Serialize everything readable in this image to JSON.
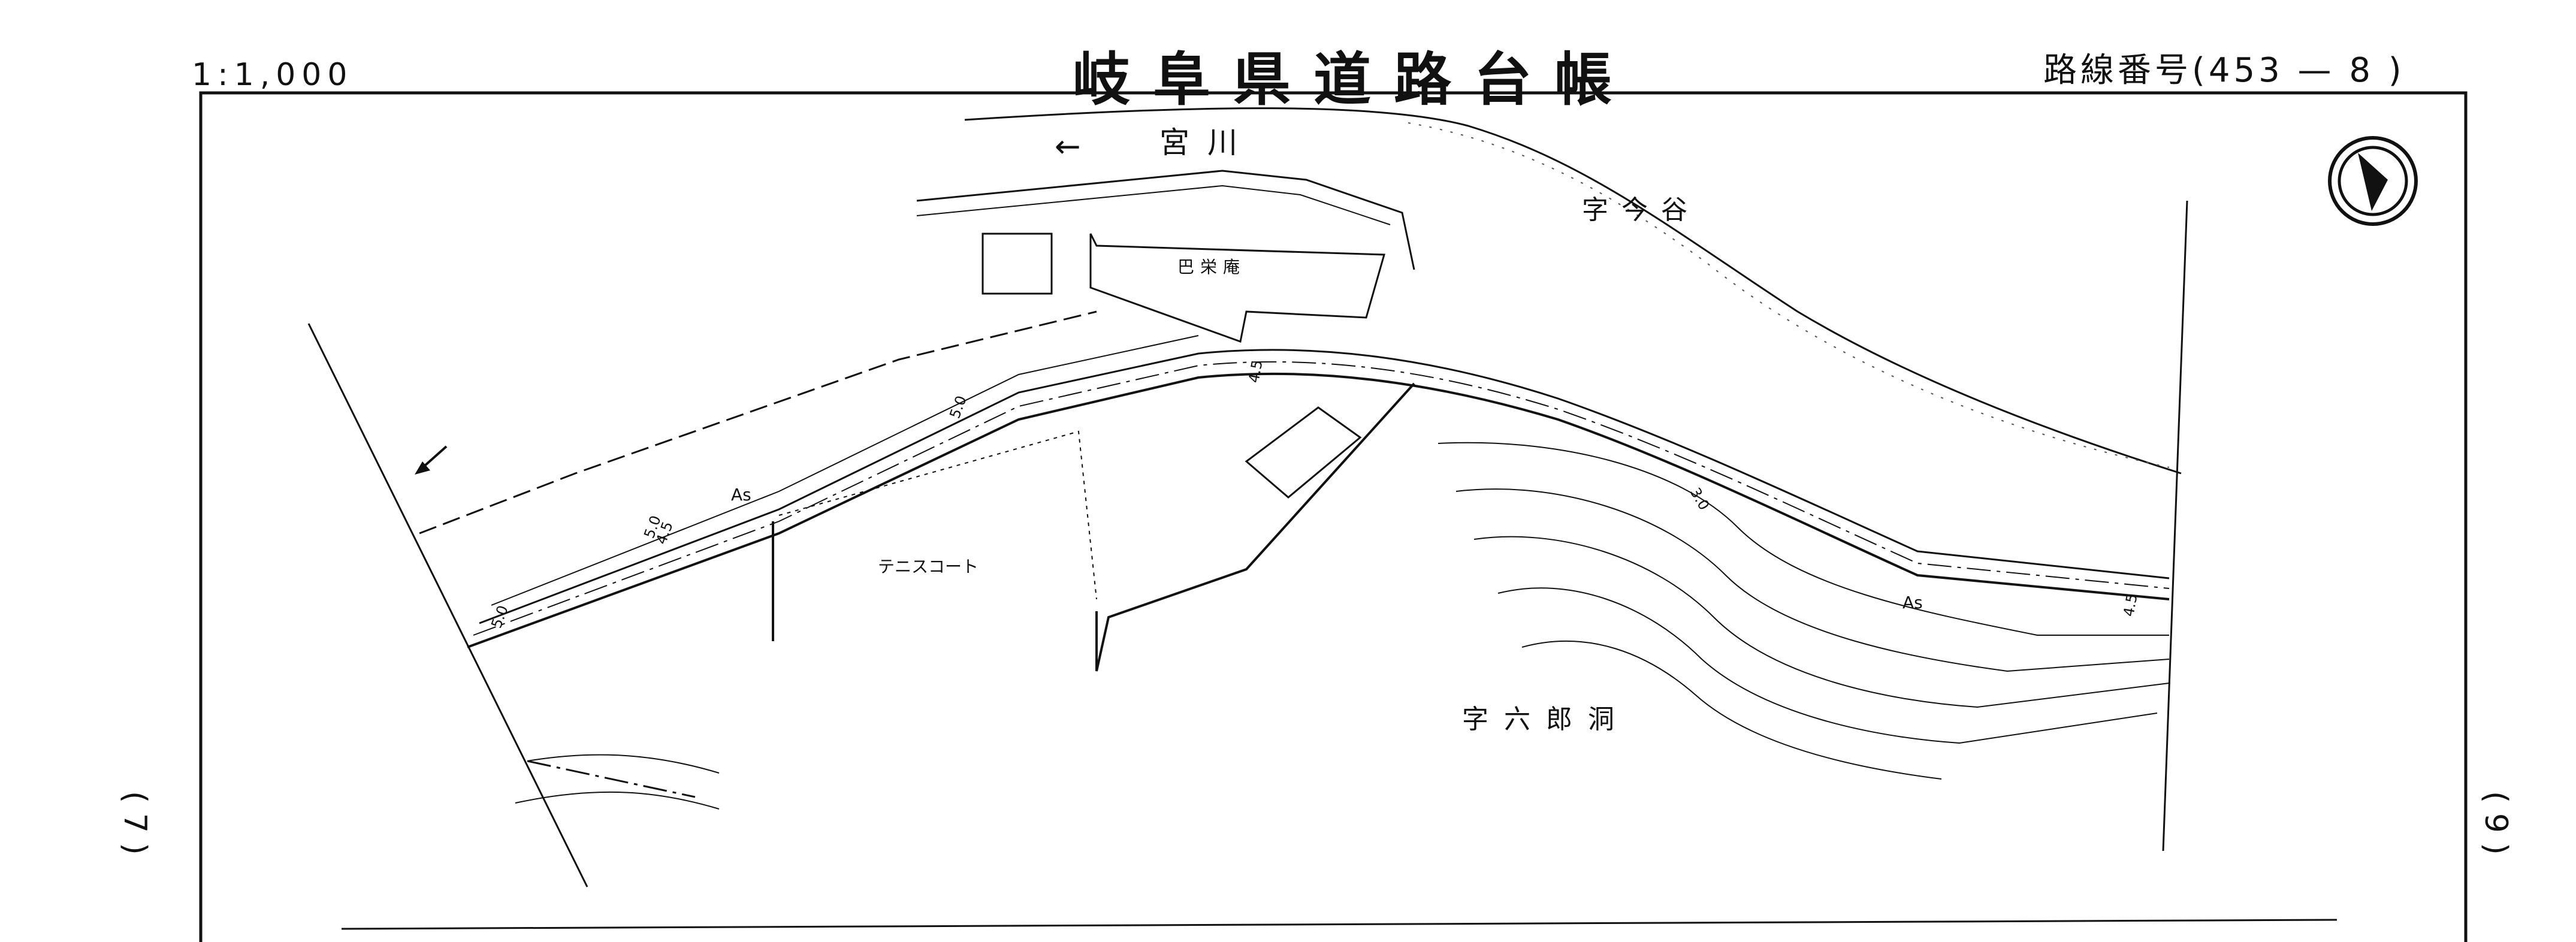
{
  "header": {
    "scale": "1:1,000",
    "title": "岐阜県道路台帳",
    "route_number": "路線番号(453 — 8 )"
  },
  "margins": {
    "page_left": "( 7 )",
    "page_right": "( 9 )"
  },
  "map": {
    "river_label": "宮川",
    "river_arrow": "←",
    "place_upper": "字今谷",
    "place_lower": "字六郎洞",
    "building_label": "巴栄庵",
    "tennis_court_label": "テニスコート",
    "surface_label_1": "As",
    "surface_label_2": "As",
    "width_labels": [
      "5.0",
      "4.5",
      "5.0",
      "4.5",
      "5.0",
      "3.0",
      "4.5"
    ],
    "north_symbol": "north-arrow"
  }
}
